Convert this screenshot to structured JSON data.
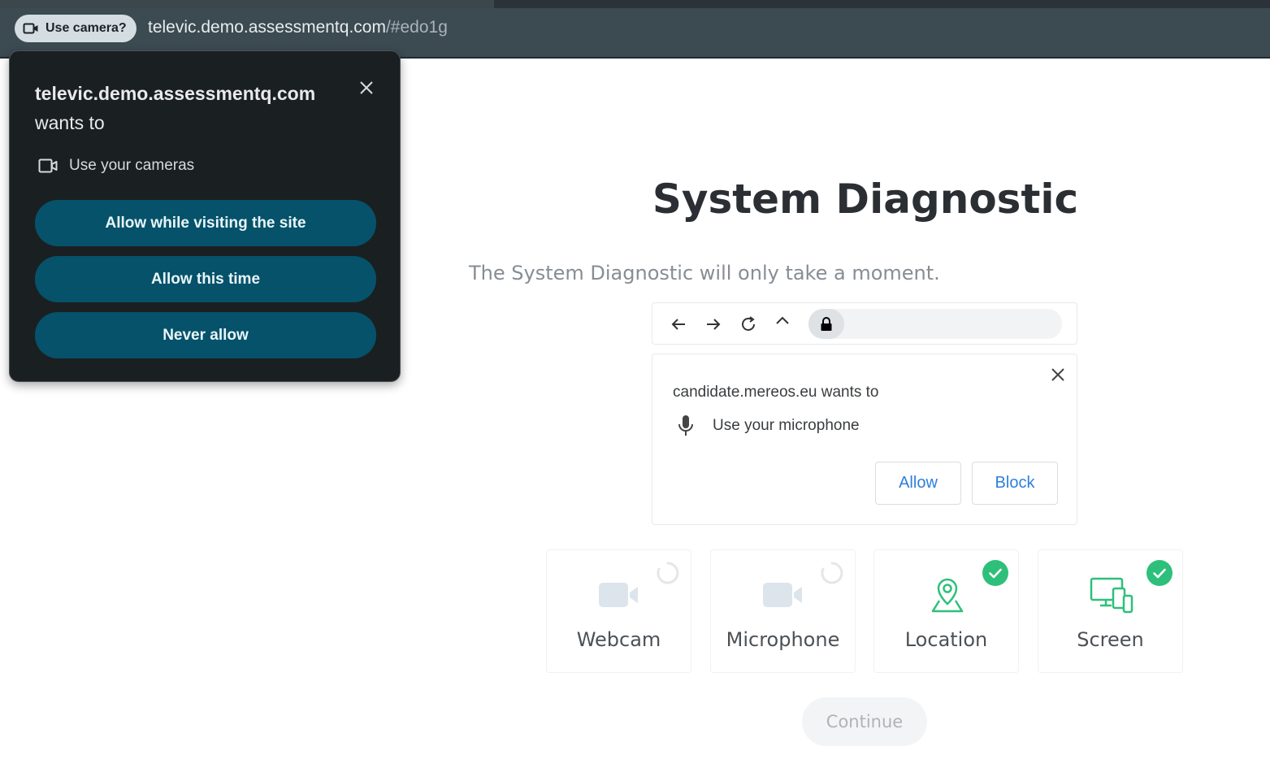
{
  "browser": {
    "chip_label": "Use camera?",
    "url_host": "televic.demo.assessmentq.com",
    "url_path": "/#edo1g"
  },
  "permission_popup": {
    "site": "televic.demo.assessmentq.com",
    "wants_to": "wants to",
    "request": "Use your cameras",
    "buttons": {
      "allow_while_visiting": "Allow while visiting the site",
      "allow_this_time": "Allow this time",
      "never_allow": "Never allow"
    }
  },
  "page": {
    "title": "System Diagnostic",
    "subtitle": "The System Diagnostic will only take a moment.",
    "example_dialog": {
      "wants_to": "candidate.mereos.eu wants to",
      "request": "Use your microphone",
      "allow": "Allow",
      "block": "Block"
    },
    "checks": [
      {
        "label": "Webcam",
        "status": "loading"
      },
      {
        "label": "Microphone",
        "status": "loading"
      },
      {
        "label": "Location",
        "status": "done"
      },
      {
        "label": "Screen",
        "status": "done"
      }
    ],
    "continue_label": "Continue"
  },
  "colors": {
    "accent_green": "#2ec07a",
    "popup_button": "#05526a",
    "link_blue": "#2f7fdc"
  }
}
